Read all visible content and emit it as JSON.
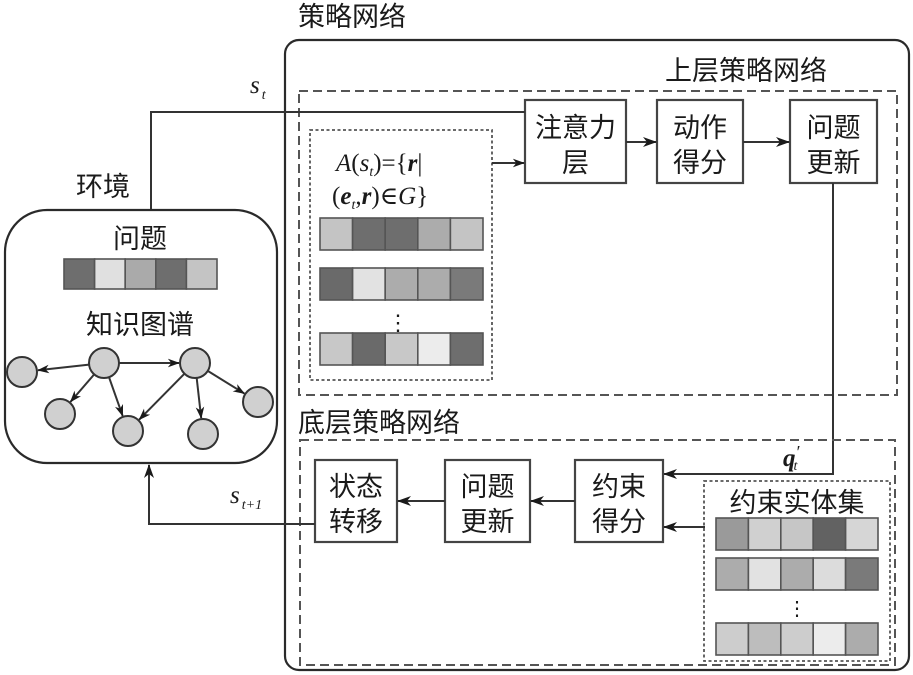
{
  "title": "策略网络",
  "environment": {
    "label": "环境",
    "question_label": "问题",
    "question_vector": [
      "#6e6e6e",
      "#e0e0e0",
      "#aaaaaa",
      "#6e6e6e",
      "#c4c4c4"
    ],
    "kg_label": "知识图谱",
    "graph_nodes": [
      "n0",
      "n1",
      "n2",
      "n3",
      "n4",
      "n5",
      "n6"
    ]
  },
  "upper": {
    "title": "上层策略网络",
    "action_set": {
      "formula_line1": {
        "A": "A",
        "open": "(",
        "s": "s",
        "sub": "t",
        "close": ")={",
        "r": "r",
        "bar": "|"
      },
      "formula_line2": {
        "open": "(",
        "e": "e",
        "sub": "t",
        "comma": ",",
        "r": "r",
        "close": ")∈",
        "G": "G",
        "brace": "}"
      },
      "vectors": [
        [
          "#c4c4c4",
          "#6e6e6e",
          "#6e6e6e",
          "#acacac",
          "#c4c4c4"
        ],
        [
          "#6a6a6a",
          "#e2e2e2",
          "#acacac",
          "#acacac",
          "#7a7a7a"
        ],
        [
          "#c8c8c8",
          "#6a6a6a",
          "#c8c8c8",
          "#ececec",
          "#6e6e6e"
        ]
      ],
      "ellipsis": "⋮"
    },
    "boxes": {
      "attention": [
        "注意力",
        "层"
      ],
      "action_score": [
        "动作",
        "得分"
      ],
      "question_update": [
        "问题",
        "更新"
      ]
    }
  },
  "lower": {
    "title": "底层策略网络",
    "boxes": {
      "state_transition": [
        "状态",
        "转移"
      ],
      "question_update": [
        "问题",
        "更新"
      ],
      "constraint_score": [
        "约束",
        "得分"
      ]
    },
    "entity_set": {
      "label": "约束实体集",
      "vectors": [
        [
          "#9a9a9a",
          "#d0d0d0",
          "#c6c6c6",
          "#626262",
          "#d6d6d6"
        ],
        [
          "#acacac",
          "#e2e2e2",
          "#acacac",
          "#dcdcdc",
          "#7a7a7a"
        ],
        [
          "#cdcdcd",
          "#bdbdbd",
          "#cdcdcd",
          "#ececec",
          "#acacac"
        ]
      ],
      "ellipsis": "⋮"
    }
  },
  "signals": {
    "s_t": {
      "main": "s",
      "sub": "t"
    },
    "s_t1": {
      "main": "s",
      "sub": "t+1"
    },
    "q_t": {
      "main": "q",
      "prime": "′",
      "sub": "t"
    }
  }
}
